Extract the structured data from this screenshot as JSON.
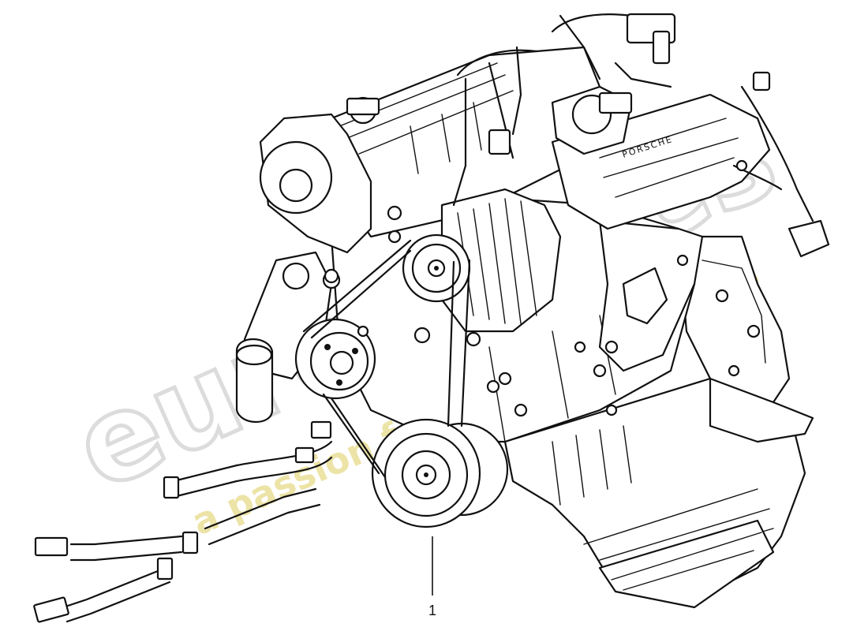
{
  "callout": {
    "number": "1"
  },
  "cover": {
    "brand": "PORSCHE"
  },
  "watermark": {
    "logo": "eurospares",
    "tagline": "a passion for parts since 1985"
  },
  "colors": {
    "ink": "#111111",
    "watermark_grey": "#d9d9d9",
    "watermark_yellow": "#ece3a6"
  }
}
